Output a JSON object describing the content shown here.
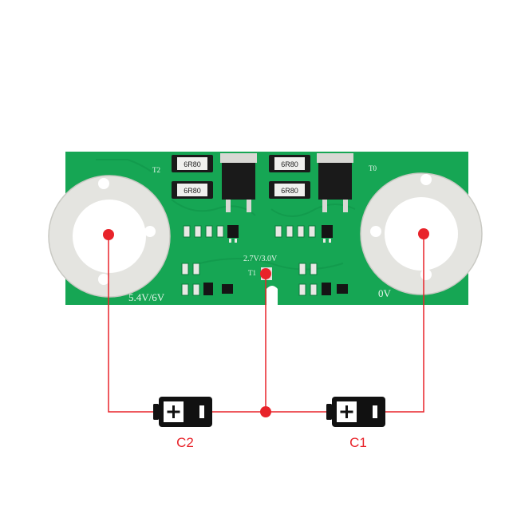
{
  "colors": {
    "pcb": "#16a654",
    "pcb_dark": "#11904a",
    "pad": "#e4e4e0",
    "wire": "#e8232a",
    "battery": "#111111"
  },
  "pcb": {
    "left_voltage": "5.4V/6V",
    "center_voltage": "2.7V/3.0V",
    "right_voltage": "0V",
    "marker_t2": "T2",
    "marker_t0": "T0",
    "marker_t1": "T1",
    "resistor_code": "6R80"
  },
  "cells": {
    "c2": {
      "label": "C2",
      "icon": "battery-icon"
    },
    "c1": {
      "label": "C1",
      "icon": "battery-icon"
    }
  }
}
